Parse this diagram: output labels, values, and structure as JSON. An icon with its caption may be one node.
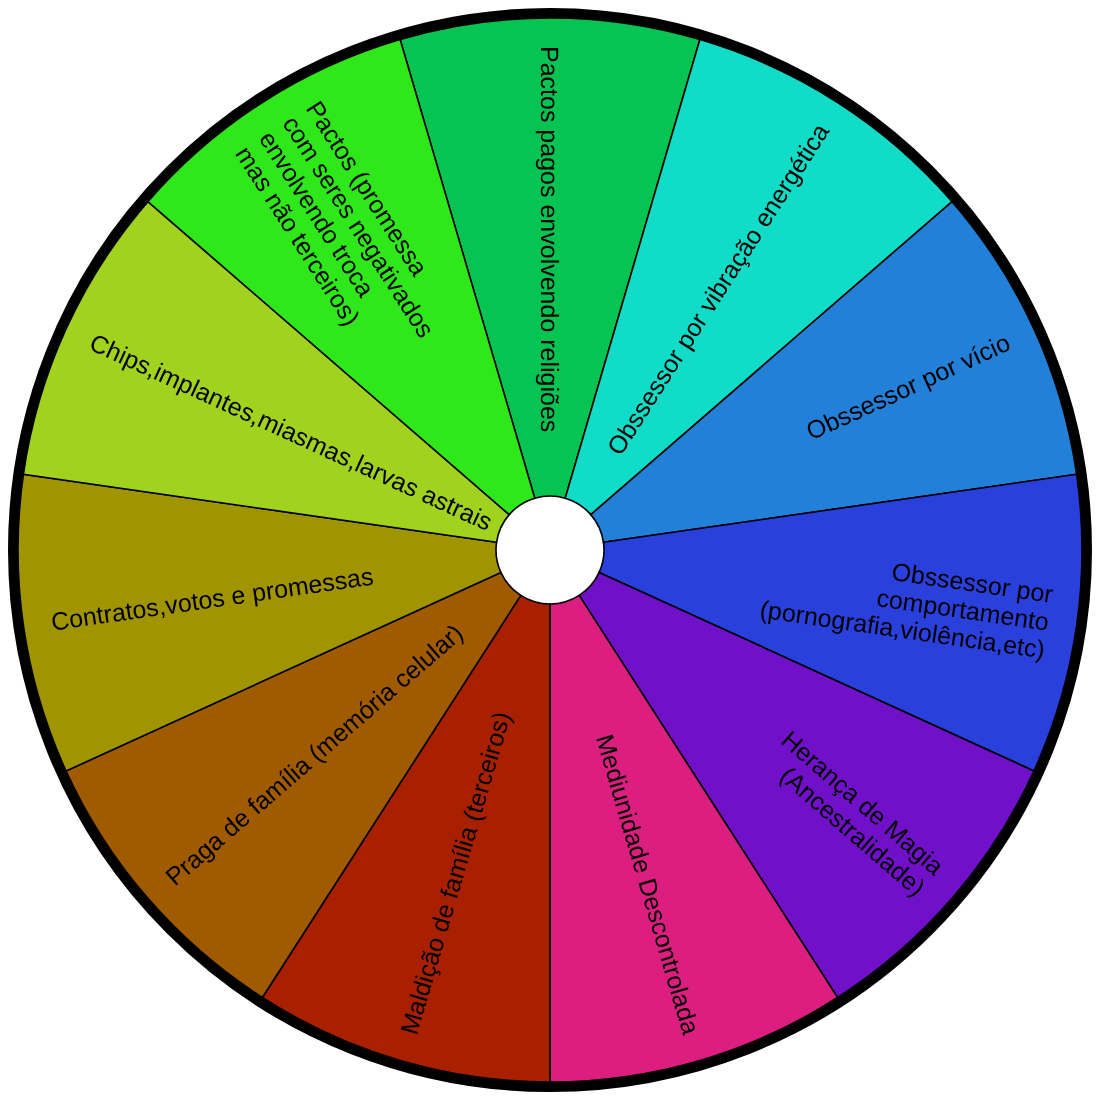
{
  "diagram": {
    "nodes": [
      {
        "text": [
          "Pactos pagos envolvendo religiões"
        ]
      },
      {
        "text": [
          "Obssessor por vibração energética"
        ]
      },
      {
        "text": [
          "Obssessor por vício"
        ]
      },
      {
        "text": [
          "Obssessor por comportamento (pornografia,violência,etc)"
        ]
      },
      {
        "text": [
          "Herança de Magia (Ancestralidade)"
        ]
      },
      {
        "text": [
          "Mediunidade Descontrolada"
        ]
      },
      {
        "text": [
          "Maldição de família (terceiros)"
        ]
      },
      {
        "text": [
          "Praga de família (memória celular)"
        ]
      },
      {
        "text": [
          "Contratos,votos e promessas"
        ]
      },
      {
        "text": [
          "Chips,implantes,miasmas,larvas astrais"
        ]
      },
      {
        "text": [
          "Pactos (promessa com seres negativados envolvendo troca mas não terceiros)"
        ]
      }
    ]
  }
}
